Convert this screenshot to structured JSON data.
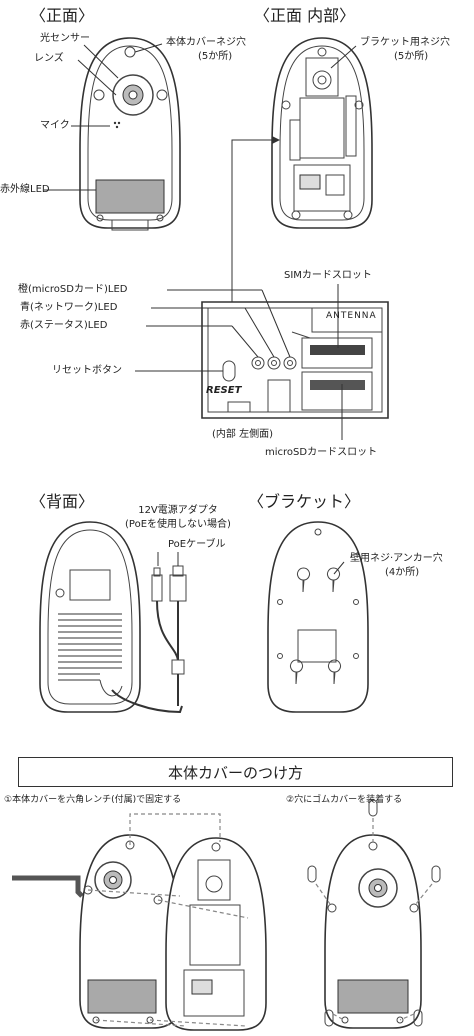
{
  "sections": {
    "front": "〈正面〉",
    "front_inside": "〈正面 内部〉",
    "back": "〈背面〉",
    "bracket": "〈ブラケット〉",
    "left_side": "(内部 左側面)"
  },
  "front_labels": {
    "light_sensor": "光センサー",
    "lens": "レンズ",
    "mic": "マイク",
    "ir_led": "赤外線LED",
    "cover_screw": "本体カバーネジ穴",
    "cover_screw_count": "(5か所)"
  },
  "inside_labels": {
    "bracket_screw": "ブラケット用ネジ穴",
    "bracket_screw_count": "(5か所)"
  },
  "side_labels": {
    "led_orange": "橙(microSDカード)LED",
    "led_blue": "青(ネットワーク)LED",
    "led_red": "赤(ステータス)LED",
    "reset_button": "リセットボタン",
    "sim_slot": "SIMカードスロット",
    "microsd_slot": "microSDカードスロット",
    "antenna": "ANTENNA",
    "reset_print": "RESET"
  },
  "back_labels": {
    "adapter_line1": "12V電源アダプタ",
    "adapter_line2": "(PoEを使用しない場合)",
    "poe_cable": "PoEケーブル"
  },
  "bracket_labels": {
    "anchor_holes": "壁用ネジ·アンカー穴",
    "anchor_count": "(4か所)"
  },
  "cover_section": {
    "title": "本体カバーのつけ方",
    "step1": "①本体カバーを六角レンチ(付属)で固定する",
    "step2": "②穴にゴムカバーを装着する"
  }
}
